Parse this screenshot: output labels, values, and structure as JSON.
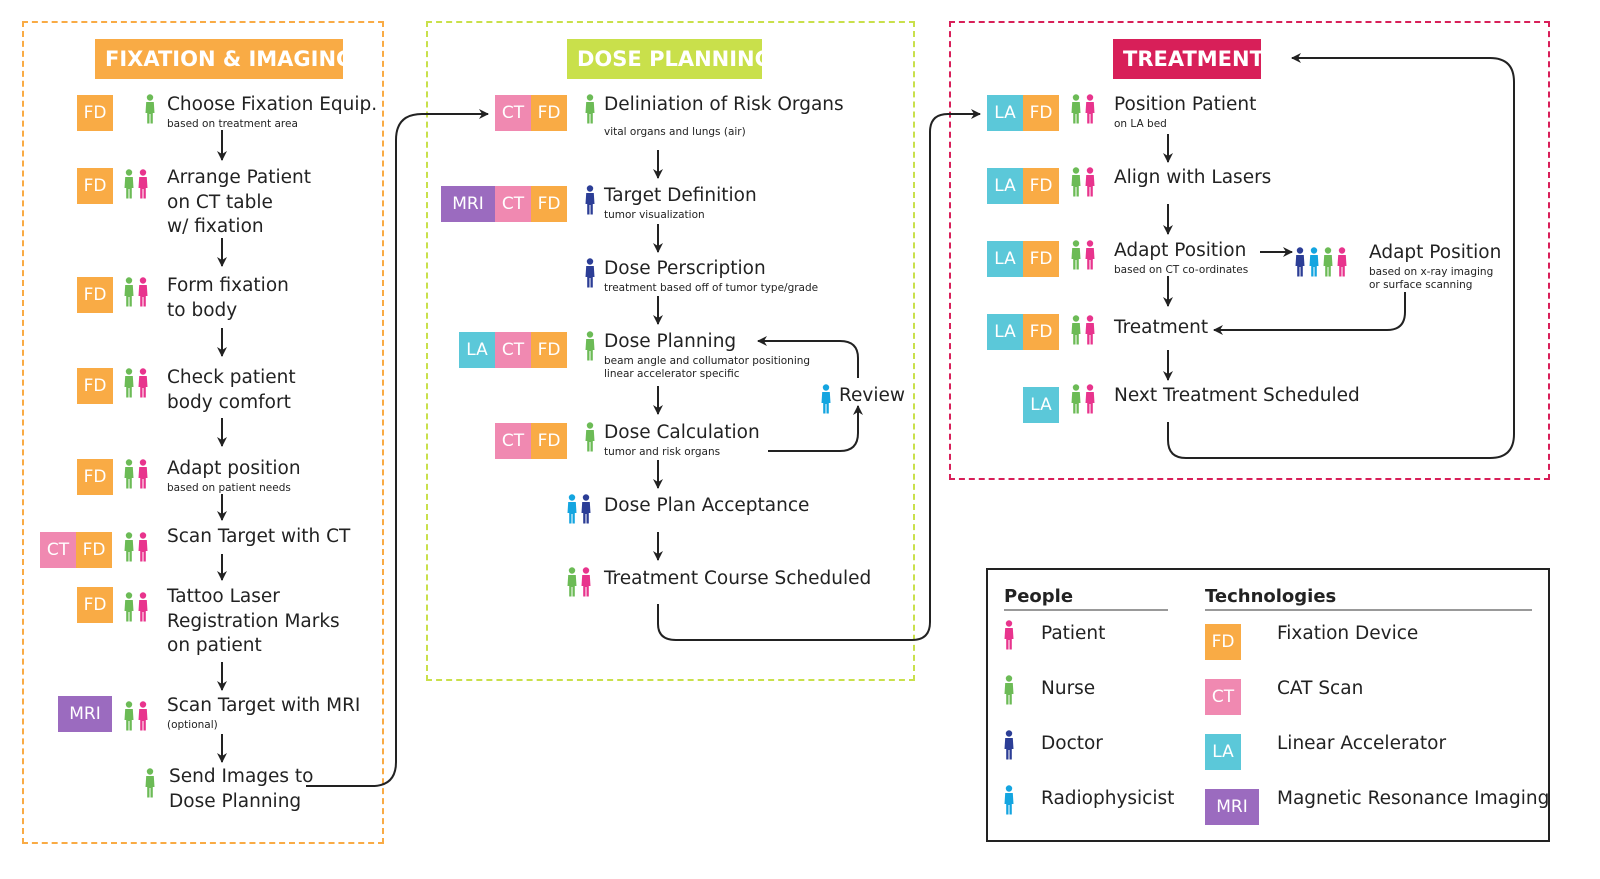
{
  "colors": {
    "fd": "#f9ab45",
    "ct": "#f089b1",
    "la": "#5bc8d9",
    "mri": "#9b6bbf",
    "patient": "#e8348d",
    "nurse": "#6cbb56",
    "doctor": "#2c3e96",
    "radiophysicist": "#14a5e0",
    "panel1": "#f9ab45",
    "panel2": "#c9e04b",
    "panel3": "#d81f59"
  },
  "badges": {
    "FD": "FD",
    "CT": "CT",
    "LA": "LA",
    "MRI": "MRI"
  },
  "panels": [
    {
      "title": "FIXATION & IMAGING",
      "steps": [
        {
          "title": "Choose Fixation Equip.",
          "sub": "based on treatment area",
          "badges": [
            "FD"
          ],
          "people": [
            "nurse"
          ]
        },
        {
          "title": "Arrange Patient\non CT table\nw/ fixation",
          "sub": "",
          "badges": [
            "FD"
          ],
          "people": [
            "nurse",
            "patient"
          ]
        },
        {
          "title": "Form fixation\nto body",
          "sub": "",
          "badges": [
            "FD"
          ],
          "people": [
            "nurse",
            "patient"
          ]
        },
        {
          "title": "Check patient\nbody comfort",
          "sub": "",
          "badges": [
            "FD"
          ],
          "people": [
            "nurse",
            "patient"
          ]
        },
        {
          "title": "Adapt position",
          "sub": "based on patient needs",
          "badges": [
            "FD"
          ],
          "people": [
            "nurse",
            "patient"
          ]
        },
        {
          "title": "Scan Target with CT",
          "sub": "",
          "badges": [
            "CT",
            "FD"
          ],
          "people": [
            "nurse",
            "patient"
          ]
        },
        {
          "title": "Tattoo Laser\nRegistration Marks\non patient",
          "sub": "",
          "badges": [
            "FD"
          ],
          "people": [
            "nurse",
            "patient"
          ]
        },
        {
          "title": "Scan Target with MRI",
          "sub": "(optional)",
          "badges": [
            "MRI"
          ],
          "people": [
            "nurse",
            "patient"
          ]
        },
        {
          "title": "Send Images to\nDose Planning",
          "sub": "",
          "badges": [],
          "people": [
            "nurse"
          ]
        }
      ]
    },
    {
      "title": "DOSE PLANNING",
      "steps": [
        {
          "title": "Deliniation of Risk Organs",
          "sub": "vital organs and lungs (air)",
          "badges": [
            "CT",
            "FD"
          ],
          "people": [
            "nurse"
          ]
        },
        {
          "title": "Target Definition",
          "sub": "tumor visualization",
          "badges": [
            "MRI",
            "CT",
            "FD"
          ],
          "people": [
            "doctor"
          ]
        },
        {
          "title": "Dose Perscription",
          "sub": "treatment based off of tumor type/grade",
          "badges": [],
          "people": [
            "doctor"
          ]
        },
        {
          "title": "Dose Planning",
          "sub": "beam angle and collumator positioning\nlinear accelerator specific",
          "badges": [
            "LA",
            "CT",
            "FD"
          ],
          "people": [
            "nurse"
          ]
        },
        {
          "title": "Dose Calculation",
          "sub": "tumor and risk organs",
          "badges": [
            "CT",
            "FD"
          ],
          "people": [
            "nurse"
          ]
        },
        {
          "title": "Dose Plan Acceptance",
          "sub": "",
          "badges": [],
          "people": [
            "radiophysicist",
            "doctor"
          ]
        },
        {
          "title": "Treatment Course Scheduled",
          "sub": "",
          "badges": [],
          "people": [
            "nurse",
            "patient"
          ]
        },
        {
          "title": "Review",
          "sub": "",
          "badges": [],
          "people": [
            "radiophysicist"
          ]
        }
      ]
    },
    {
      "title": "TREATMENT",
      "steps": [
        {
          "title": "Position Patient",
          "sub": "on LA bed",
          "badges": [
            "LA",
            "FD"
          ],
          "people": [
            "nurse",
            "patient"
          ]
        },
        {
          "title": "Align with Lasers",
          "sub": "",
          "badges": [
            "LA",
            "FD"
          ],
          "people": [
            "nurse",
            "patient"
          ]
        },
        {
          "title": "Adapt Position",
          "sub": "based on CT co-ordinates",
          "badges": [
            "LA",
            "FD"
          ],
          "people": [
            "nurse",
            "patient"
          ]
        },
        {
          "title": "Treatment",
          "sub": "",
          "badges": [
            "LA",
            "FD"
          ],
          "people": [
            "nurse",
            "patient"
          ]
        },
        {
          "title": "Next Treatment Scheduled",
          "sub": "",
          "badges": [
            "LA"
          ],
          "people": [
            "nurse",
            "patient"
          ]
        },
        {
          "title": "Adapt Position",
          "sub": "based on x-ray imaging\nor surface scanning",
          "badges": [],
          "people": [
            "doctor",
            "radiophysicist",
            "nurse",
            "patient"
          ]
        }
      ]
    }
  ],
  "legend": {
    "people_title": "People",
    "tech_title": "Technologies",
    "people": [
      {
        "role": "patient",
        "label": "Patient"
      },
      {
        "role": "nurse",
        "label": "Nurse"
      },
      {
        "role": "doctor",
        "label": "Doctor"
      },
      {
        "role": "radiophysicist",
        "label": "Radiophysicist"
      }
    ],
    "tech": [
      {
        "badge": "FD",
        "label": "Fixation Device"
      },
      {
        "badge": "CT",
        "label": "CAT Scan"
      },
      {
        "badge": "LA",
        "label": "Linear Accelerator"
      },
      {
        "badge": "MRI",
        "label": "Magnetic Resonance Imaging"
      }
    ]
  }
}
